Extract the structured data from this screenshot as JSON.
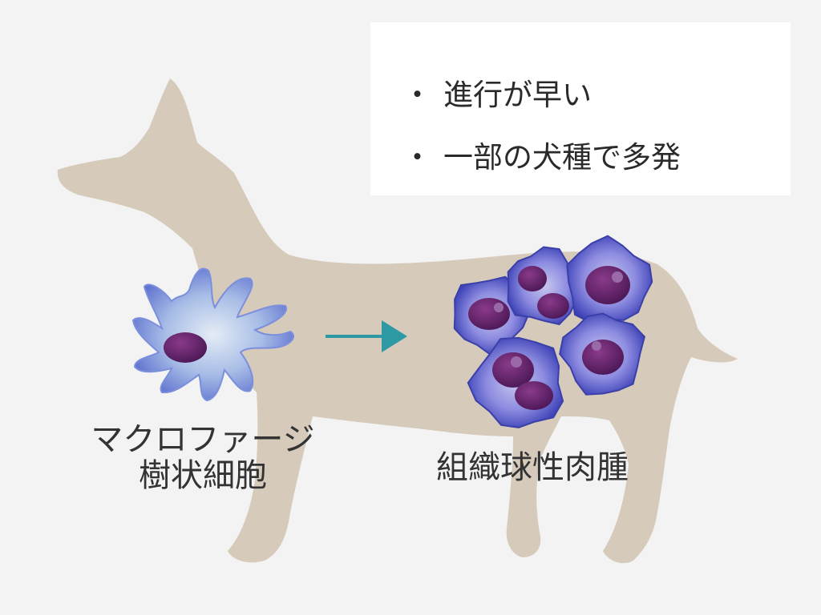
{
  "bullets": [
    {
      "marker": "・",
      "text": "進行が早い"
    },
    {
      "marker": "・",
      "text": "一部の犬種で多発"
    }
  ],
  "left_label": {
    "line1": "マクロファージ",
    "line2": "樹状細胞"
  },
  "right_label": "組織球性肉腫",
  "colors": {
    "background": "#f3f3f3",
    "dog_silhouette": "#d3c5b5",
    "arrow": "#2d9aa3",
    "cell_membrane": "#6f74c8",
    "nucleus": "#5a1f66"
  },
  "icons": {
    "silhouette": "dog-silhouette-icon",
    "source_cell": "dendritic-cell-icon",
    "arrow": "arrow-right-icon",
    "tumor": "tumor-cell-cluster-icon"
  }
}
